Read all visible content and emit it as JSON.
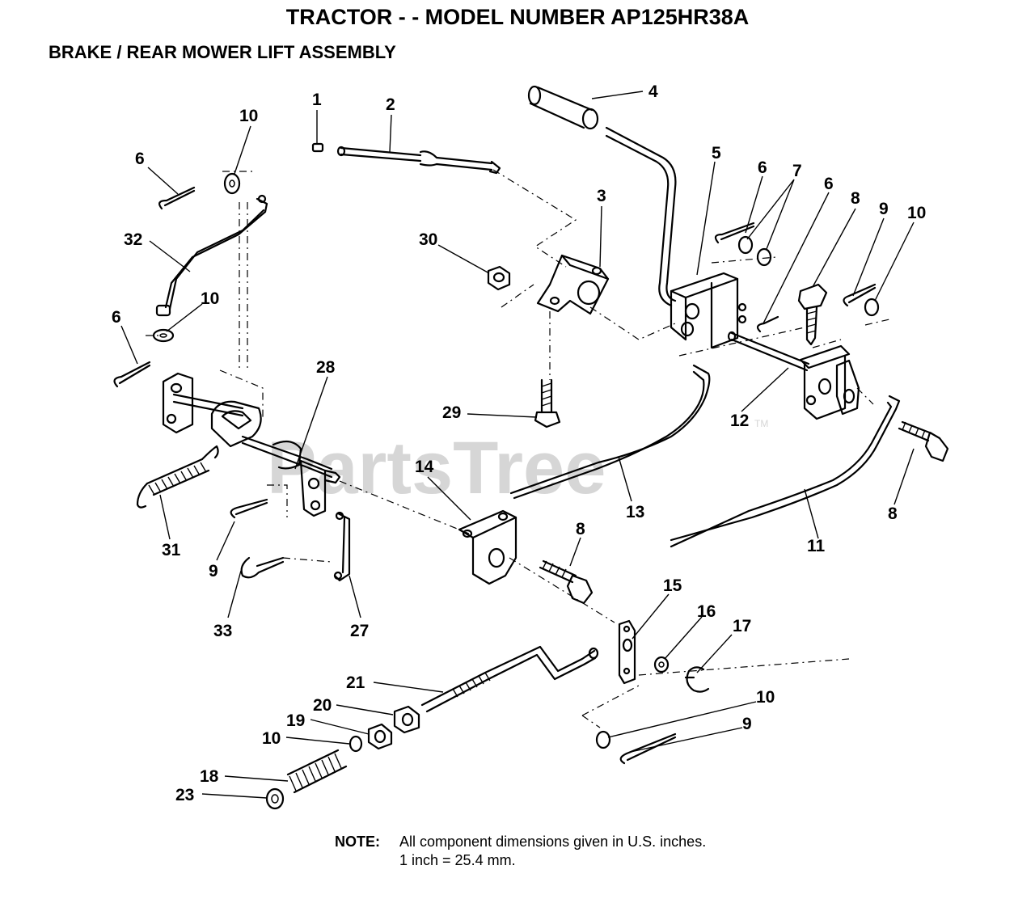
{
  "title": "TRACTOR - - MODEL NUMBER AP125HR38A",
  "subtitle": "BRAKE / REAR MOWER LIFT ASSEMBLY",
  "watermark": "PartsTree",
  "watermark_mark": "TM",
  "callouts": {
    "c1": "1",
    "c2": "2",
    "c3": "3",
    "c4": "4",
    "c5": "5",
    "c6a": "6",
    "c6b": "6",
    "c6c": "6",
    "c6d": "6",
    "c7": "7",
    "c8a": "8",
    "c8b": "8",
    "c8c": "8",
    "c9a": "9",
    "c9b": "9",
    "c9c": "9",
    "c10a": "10",
    "c10b": "10",
    "c10c": "10",
    "c10d": "10",
    "c10e": "10",
    "c11": "11",
    "c12": "12",
    "c13": "13",
    "c14": "14",
    "c15": "15",
    "c16": "16",
    "c17": "17",
    "c18": "18",
    "c19": "19",
    "c20": "20",
    "c21": "21",
    "c23": "23",
    "c27": "27",
    "c28": "28",
    "c29": "29",
    "c30": "30",
    "c31": "31",
    "c32": "32",
    "c33": "33"
  },
  "note": {
    "label": "NOTE:",
    "line1": "All component dimensions given in U.S. inches.",
    "line2": "1 inch = 25.4 mm."
  }
}
